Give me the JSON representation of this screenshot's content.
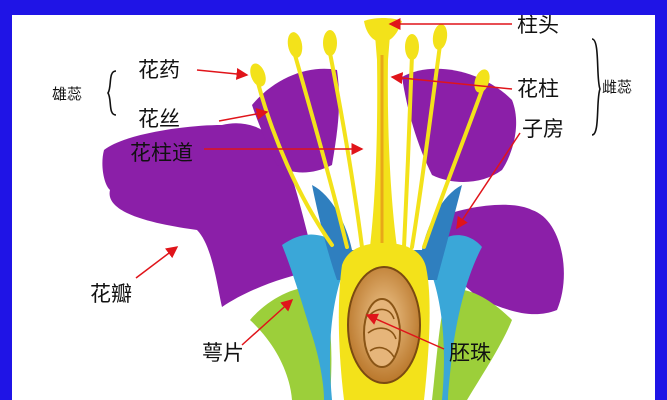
{
  "labels": {
    "stigma": "柱头",
    "anther": "花药",
    "stamen_left": "雄蕊",
    "style": "花柱",
    "pistil_right": "雌蕊",
    "filament": "花丝",
    "ovary": "子房",
    "style_canal": "花柱道",
    "petal": "花瓣",
    "sepal": "萼片",
    "ovule": "胚珠"
  },
  "colors": {
    "frame": "#1f14e6",
    "petal": "#8b1fa8",
    "sepal": "#9ccf3a",
    "receptacle_blue": "#3aa7d8",
    "style_yellow": "#f3e21a",
    "ovary_brown": "#c98a2a",
    "arrow": "#e0141a"
  }
}
